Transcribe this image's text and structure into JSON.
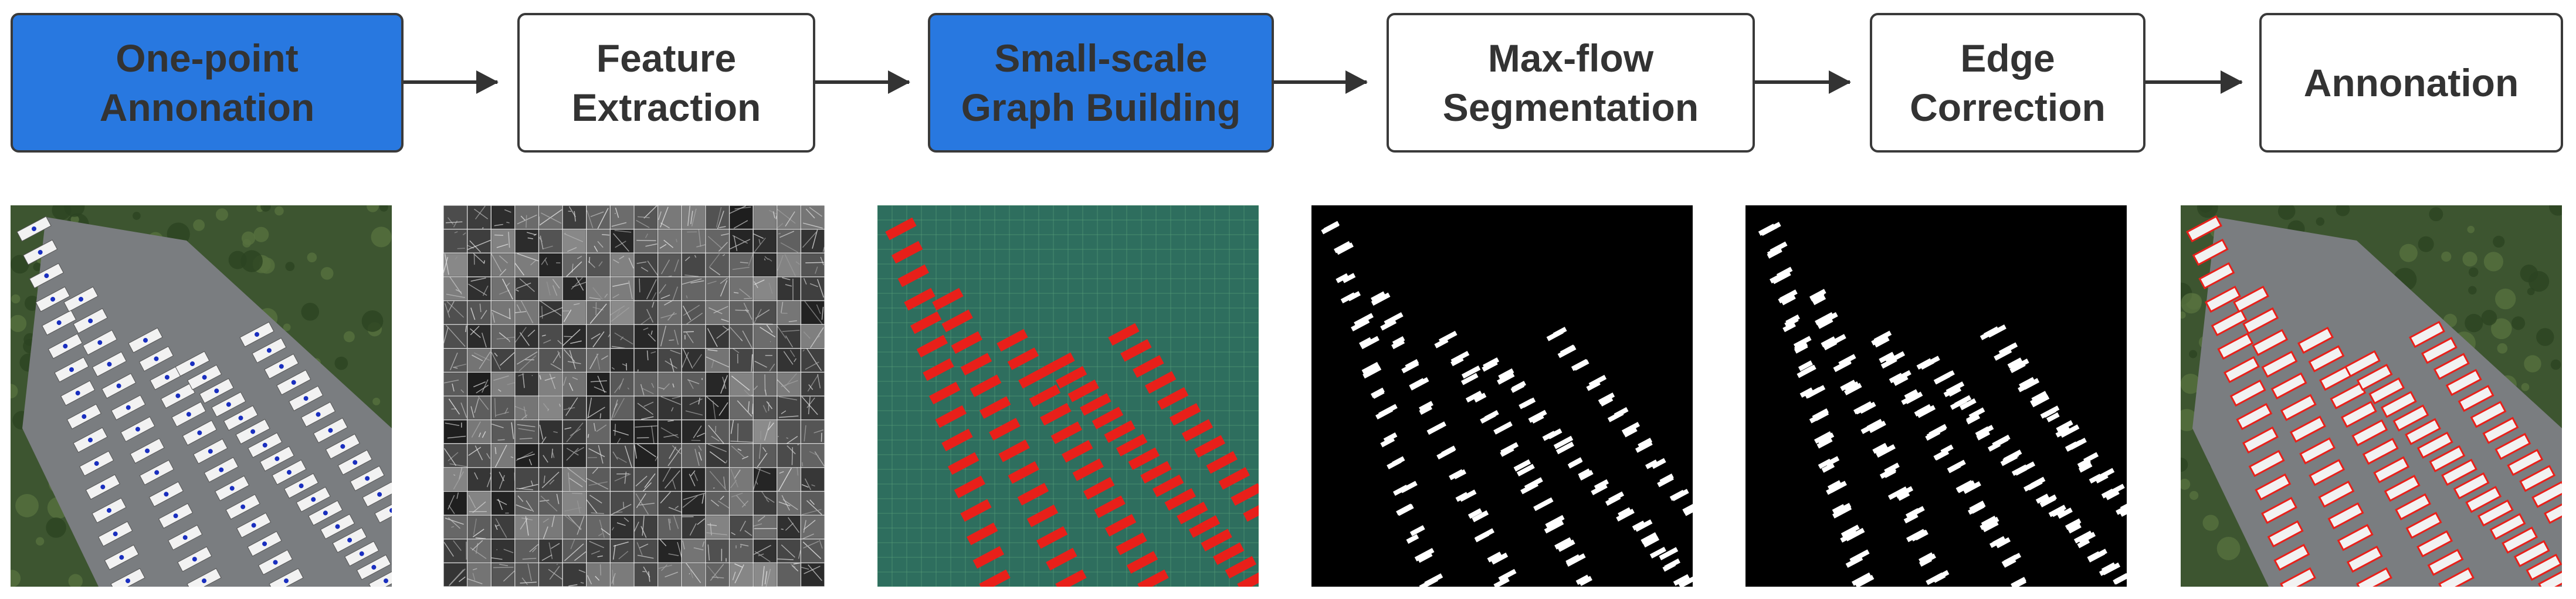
{
  "steps": [
    {
      "label": "One-point\nAnnonation",
      "highlight": true
    },
    {
      "label": "Feature\nExtraction",
      "highlight": false
    },
    {
      "label": "Small-scale\nGraph Building",
      "highlight": true
    },
    {
      "label": "Max-flow\nSegmentation",
      "highlight": false
    },
    {
      "label": "Edge\nCorrection",
      "highlight": false
    },
    {
      "label": "Annonation",
      "highlight": false
    }
  ],
  "colors": {
    "highlight_box": "#2878e0",
    "box_border": "#3a3a3a",
    "box_text": "#333333",
    "arrow": "#333333",
    "overlay_red": "#e8201a",
    "graph_teal": "#2e6e5e"
  },
  "panels": [
    {
      "name": "aerial-photo-with-point-annotations",
      "icon": "aerial-parking-lot-image"
    },
    {
      "name": "feature-map-grid",
      "icon": "feature-maps-image"
    },
    {
      "name": "graph-overlay-image",
      "icon": "graph-overlay-image"
    },
    {
      "name": "maxflow-mask",
      "icon": "binary-mask-image"
    },
    {
      "name": "edge-corrected-mask",
      "icon": "binary-mask-image"
    },
    {
      "name": "final-annotation-image",
      "icon": "annotated-aerial-image"
    }
  ]
}
